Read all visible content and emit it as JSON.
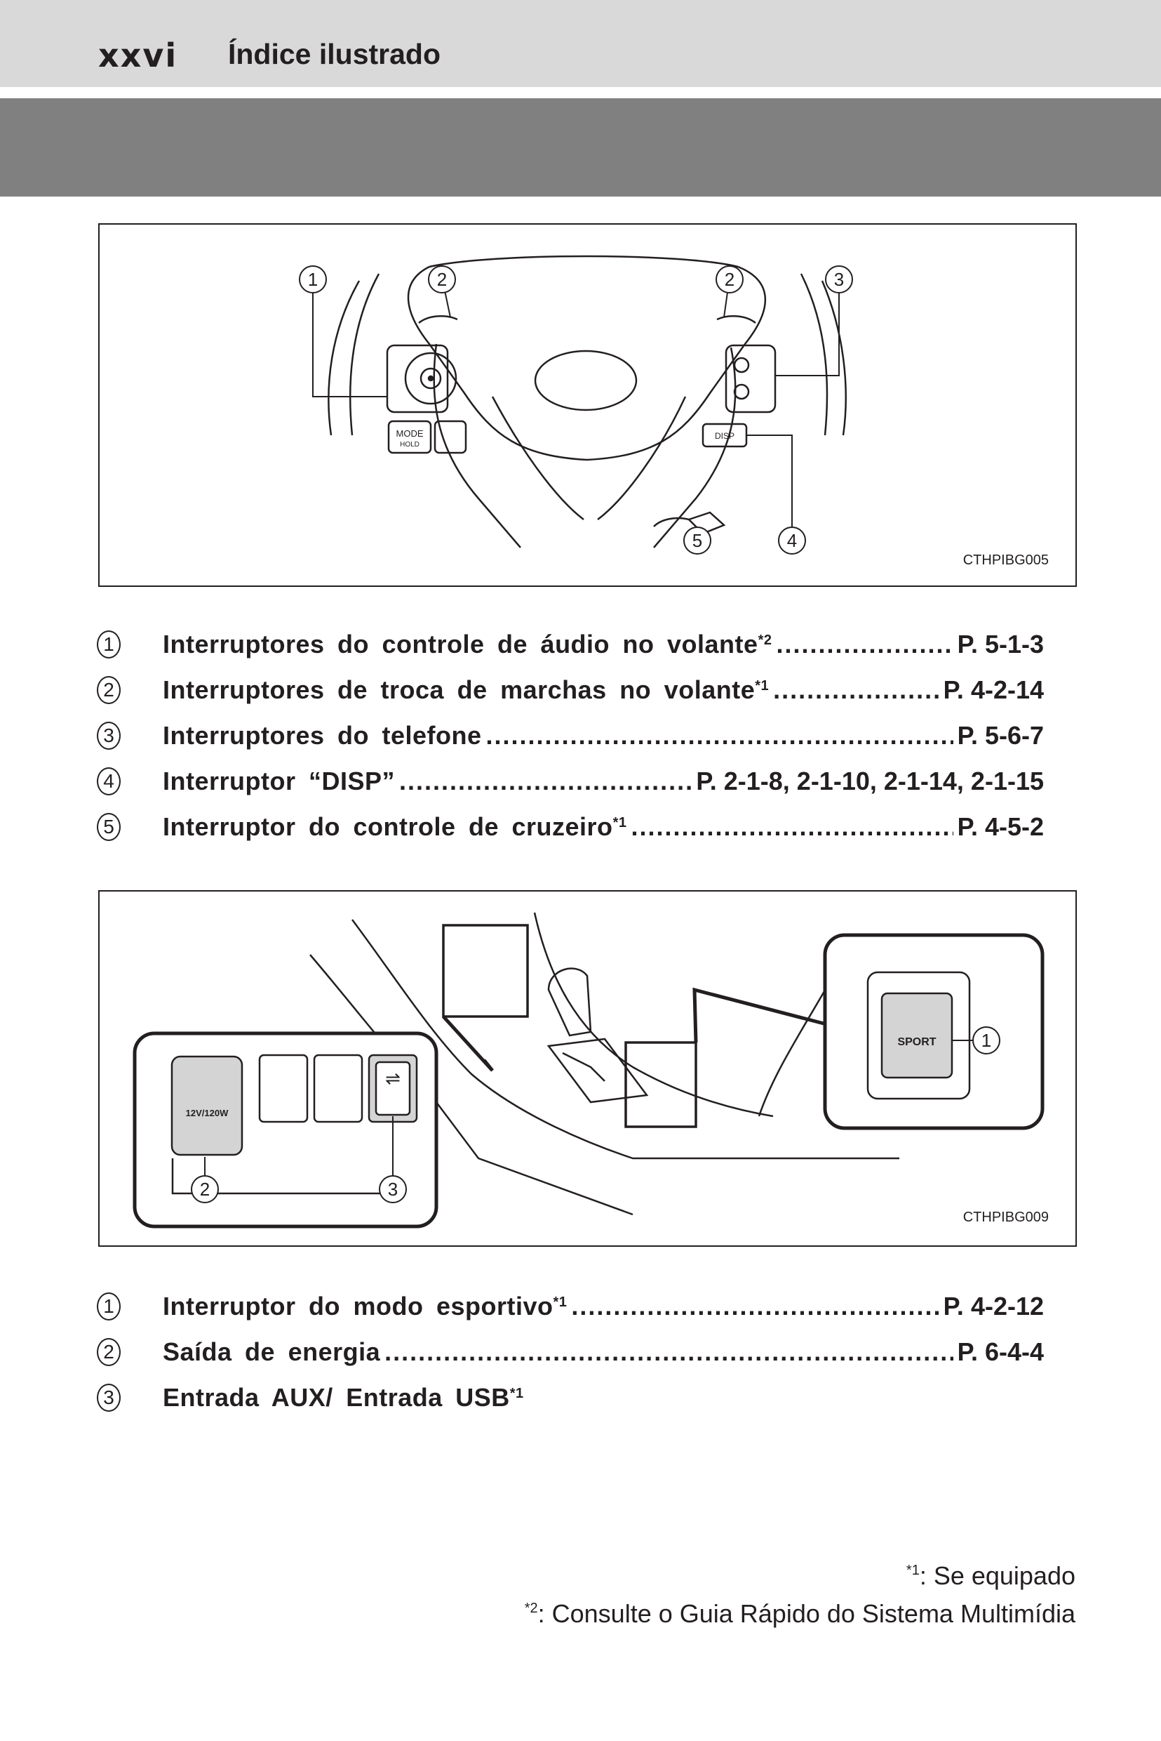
{
  "header": {
    "page_number": "xxvi",
    "section_title": "Índice ilustrado"
  },
  "figures": {
    "steering": {
      "code": "CTHPIBG005",
      "callouts": [
        "1",
        "2",
        "2",
        "3",
        "4",
        "5"
      ],
      "button_labels": {
        "mode": "MODE",
        "mode_sub": "HOLD",
        "disp": "DISP"
      }
    },
    "console": {
      "code": "CTHPIBG009",
      "callouts": [
        "1",
        "2",
        "3"
      ],
      "button_labels": {
        "sport": "SPORT",
        "power": "12V/120W"
      }
    }
  },
  "list_1": [
    {
      "num": "1",
      "label": "Interruptores do controle de áudio no volante",
      "mark": "*2",
      "ref": "P. 5-1-3"
    },
    {
      "num": "2",
      "label": "Interruptores de troca de marchas no volante",
      "mark": "*1",
      "ref": "P. 4-2-14"
    },
    {
      "num": "3",
      "label": "Interruptores do telefone",
      "mark": "",
      "ref": "P. 5-6-7"
    },
    {
      "num": "4",
      "label": "Interruptor “DISP”",
      "mark": "",
      "ref": "P. 2-1-8, 2-1-10, 2-1-14, 2-1-15"
    },
    {
      "num": "5",
      "label": "Interruptor do controle de cruzeiro",
      "mark": "*1",
      "ref": "P. 4-5-2"
    }
  ],
  "list_2": [
    {
      "num": "1",
      "label": "Interruptor do modo esportivo",
      "mark": "*1",
      "ref": "P. 4-2-12"
    },
    {
      "num": "2",
      "label": "Saída de energia",
      "mark": "",
      "ref": "P. 6-4-4"
    },
    {
      "num": "3",
      "label": "Entrada AUX/ Entrada USB",
      "mark": "*1",
      "ref": ""
    }
  ],
  "footnotes": [
    {
      "mark": "*1",
      "text": ": Se equipado"
    },
    {
      "mark": "*2",
      "text": ": Consulte o Guia Rápido do Sistema Multimídia"
    }
  ]
}
